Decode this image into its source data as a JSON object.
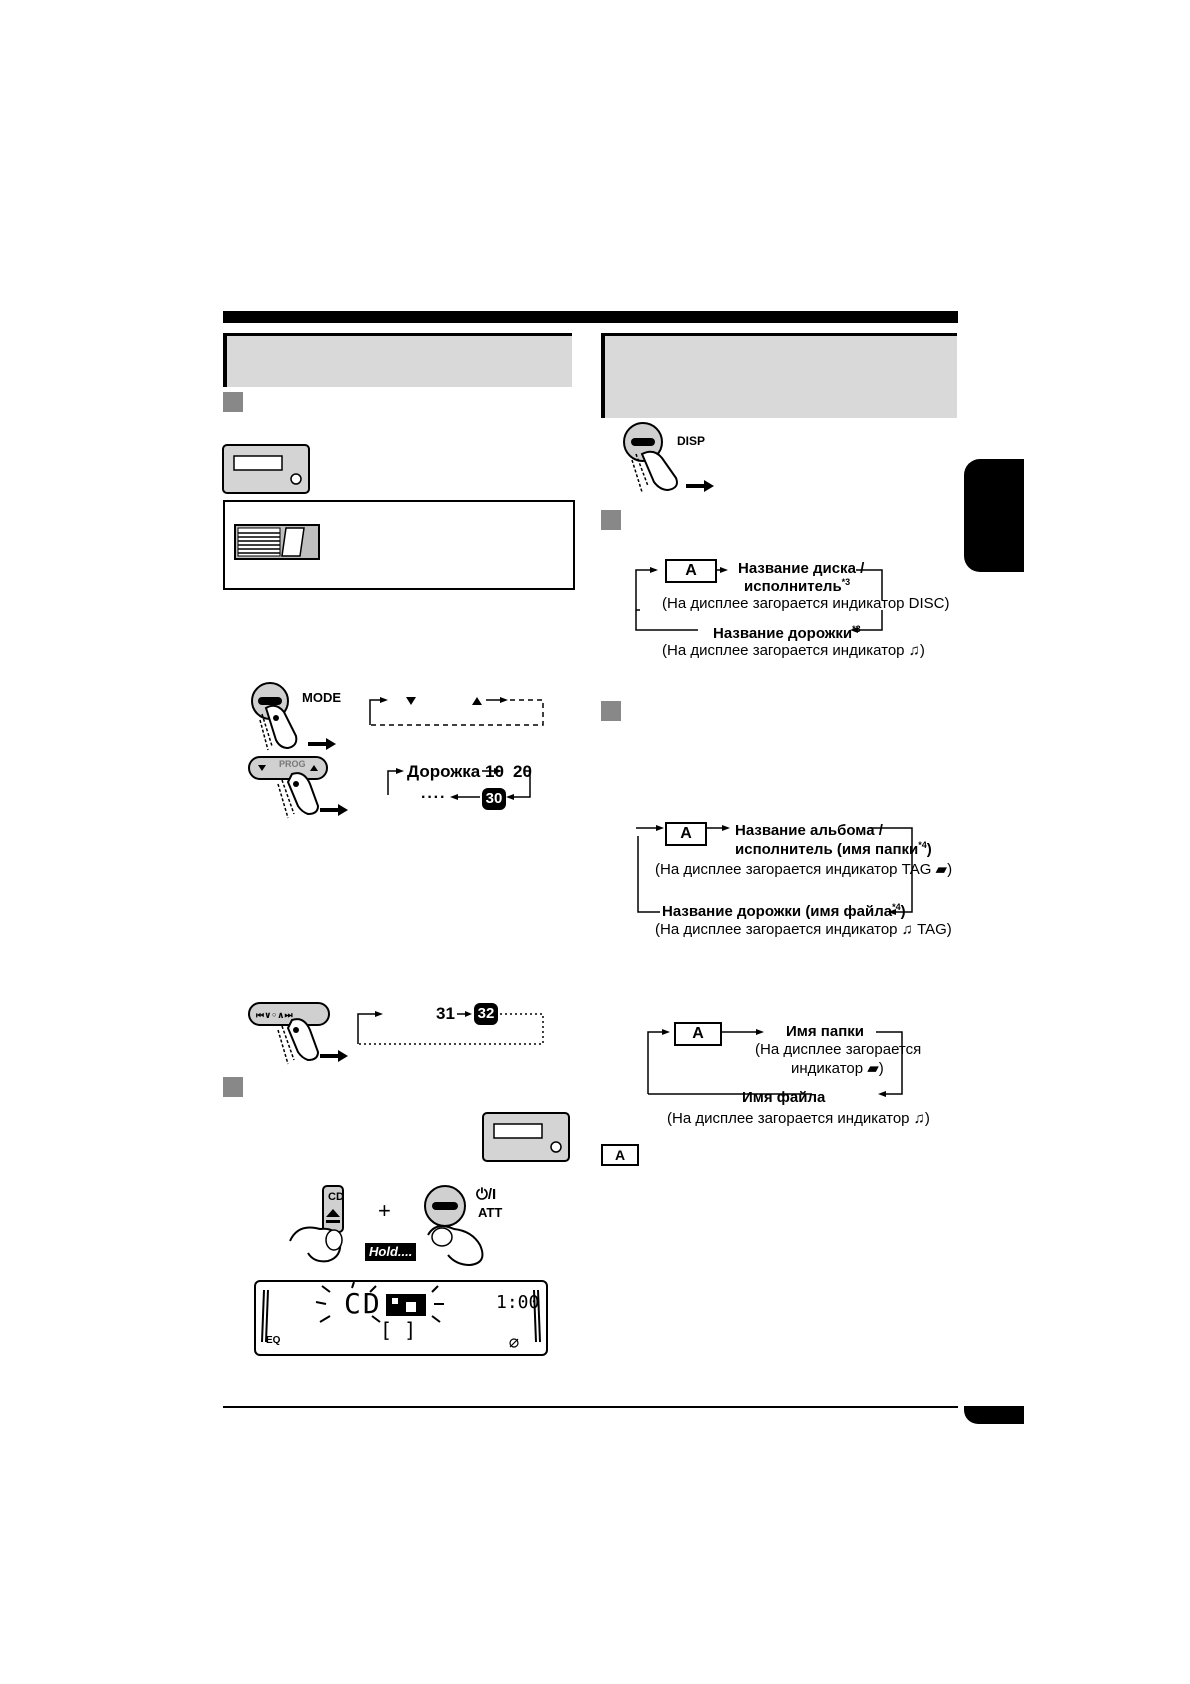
{
  "left_column": {
    "mode_label": "MODE",
    "prog_label": "PROG",
    "track_sequence": {
      "label": "Дорожка 10",
      "next": "20",
      "highlight": "30",
      "ellipsis": "····"
    },
    "skip_sequence": {
      "from": "31",
      "highlight": "32"
    },
    "eject_button": "CD",
    "plus": "+",
    "power_label": "⏻/I",
    "att_label": "ATT",
    "hold_label": "Hold....",
    "lcd": {
      "main": "CD",
      "time": "1:00",
      "sub": "[ ]",
      "eq": "EQ"
    }
  },
  "right_column": {
    "disp_label": "DISP",
    "cd_cycle": {
      "box": "A",
      "line1": "Название диска /",
      "line2": "исполнитель",
      "line2_sup": "*3",
      "line3": "(На дисплее загорается индикатор DISC)",
      "line4": "Название дорожки",
      "line4_sup": "*3",
      "line5": "(На дисплее загорается индикатор ♫)"
    },
    "tag_cycle": {
      "box": "A",
      "line1": "Название альбома /",
      "line2": "исполнитель (имя папки",
      "line2_sup": "*4",
      "line2_end": ")",
      "line3": "(На дисплее загорается индикатор TAG ▰)",
      "line4": "Название дорожки (имя файла",
      "line4_sup": "*4",
      "line4_end": ")",
      "line5": "(На дисплее загорается индикатор ♫ TAG)"
    },
    "folder_cycle": {
      "box": "A",
      "line1": "Имя папки",
      "line2": "(На дисплее загорается",
      "line3": "индикатор ▰)",
      "line4": "Имя файла",
      "line5": "(На дисплее загорается индикатор ♫)"
    },
    "legend_box": "A"
  }
}
